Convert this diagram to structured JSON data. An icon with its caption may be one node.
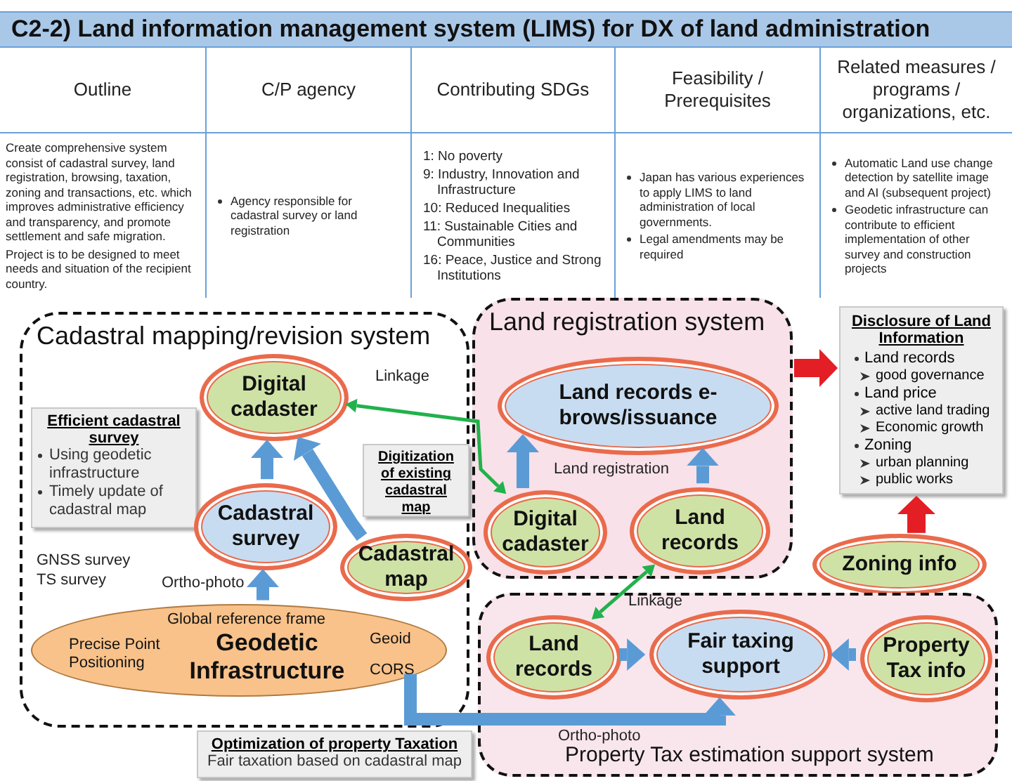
{
  "diagram": {
    "title": "C2-2) Land information management system (LIMS) for DX of land administration",
    "nodes": [
      {
        "text": [
          "Cadastral mapping/revision system"
        ]
      },
      {
        "text": [
          "Digital cadaster"
        ],
        "in": 0
      },
      {
        "text": [
          "Efficient cadastral survey",
          "Using geodetic infrastructure",
          "Timely update of cadastral map"
        ],
        "in": 0
      },
      {
        "text": [
          "Cadastral survey"
        ],
        "in": 0
      },
      {
        "text": [
          "Digitization of existing cadastral map"
        ],
        "in": 0
      },
      {
        "text": [
          "Cadastral map"
        ],
        "in": 0
      },
      {
        "text": [
          "Global reference frame",
          "Precise Point Positioning",
          "Geodetic Infrastructure",
          "Geoid",
          "CORS"
        ],
        "in": 0
      },
      {
        "text": [
          "Land registration system"
        ]
      },
      {
        "text": [
          "Land records e-brows/issuance"
        ],
        "in": 7
      },
      {
        "text": [
          "Digital cadaster"
        ],
        "in": 7
      },
      {
        "text": [
          "Land records"
        ],
        "in": 7
      },
      {
        "text": [
          "Disclosure of Land Information",
          "Land records",
          "good governance",
          "Land price",
          "active land trading",
          "Economic growth",
          "Zoning",
          "urban planning",
          "public works"
        ]
      },
      {
        "text": [
          "Zoning info"
        ]
      },
      {
        "text": [
          "Property Tax estimation support system"
        ]
      },
      {
        "text": [
          "Land records"
        ],
        "in": 13
      },
      {
        "text": [
          "Fair taxing support"
        ],
        "in": 13
      },
      {
        "text": [
          "Property Tax info"
        ],
        "in": 13
      },
      {
        "text": [
          "Optimization of property Taxation",
          "Fair taxation based on cadastral map"
        ]
      }
    ],
    "edges": [
      {
        "from": 3,
        "to": 1,
        "arrow": "to"
      },
      {
        "from": 5,
        "to": 1,
        "arrow": "to"
      },
      {
        "from": 6,
        "to": 3,
        "arrow": "to",
        "label": "Ortho-photo"
      },
      {
        "from": 1,
        "to": 9,
        "arrow": "both",
        "color": "#22b14c",
        "label": "Linkage"
      },
      {
        "from": 9,
        "to": 8,
        "arrow": "to"
      },
      {
        "from": 10,
        "to": 8,
        "arrow": "to"
      },
      {
        "from": 7,
        "to": 11,
        "arrow": "to",
        "color": "#e31e24"
      },
      {
        "from": 12,
        "to": 11,
        "arrow": "to",
        "color": "#e31e24"
      },
      {
        "from": 10,
        "to": 14,
        "arrow": "both",
        "color": "#22b14c",
        "label": "Linkage"
      },
      {
        "from": 14,
        "to": 15,
        "arrow": "to"
      },
      {
        "from": 16,
        "to": 15,
        "arrow": "to"
      },
      {
        "from": 6,
        "to": 15,
        "arrow": "to",
        "label": "Ortho-photo"
      }
    ],
    "labels": [
      "Outline",
      "C/P agency",
      "Contributing SDGs",
      "Feasibility / Prerequisites",
      "Related measures / programs / organizations, etc.",
      "Create comprehensive system consist of cadastral survey, land registration, browsing, taxation, zoning and transactions, etc. which improves administrative efficiency and transparency, and promote settlement and safe migration.",
      "Project is to be designed to meet needs and situation of the recipient country.",
      "Agency responsible for cadastral survey or land registration",
      "1: No poverty",
      "9: Industry, Innovation and Infrastructure",
      "10: Reduced Inequalities",
      "11: Sustainable Cities and Communities",
      "16: Peace, Justice and Strong Institutions",
      "Japan has various experiences to apply LIMS to land administration of local governments.",
      "Legal amendments may be required",
      "Automatic Land use change detection by satellite image and AI (subsequent project)",
      "Geodetic infrastructure can contribute to efficient implementation of other survey and construction projects",
      "GNSS survey",
      "TS survey",
      "Land registration"
    ]
  }
}
